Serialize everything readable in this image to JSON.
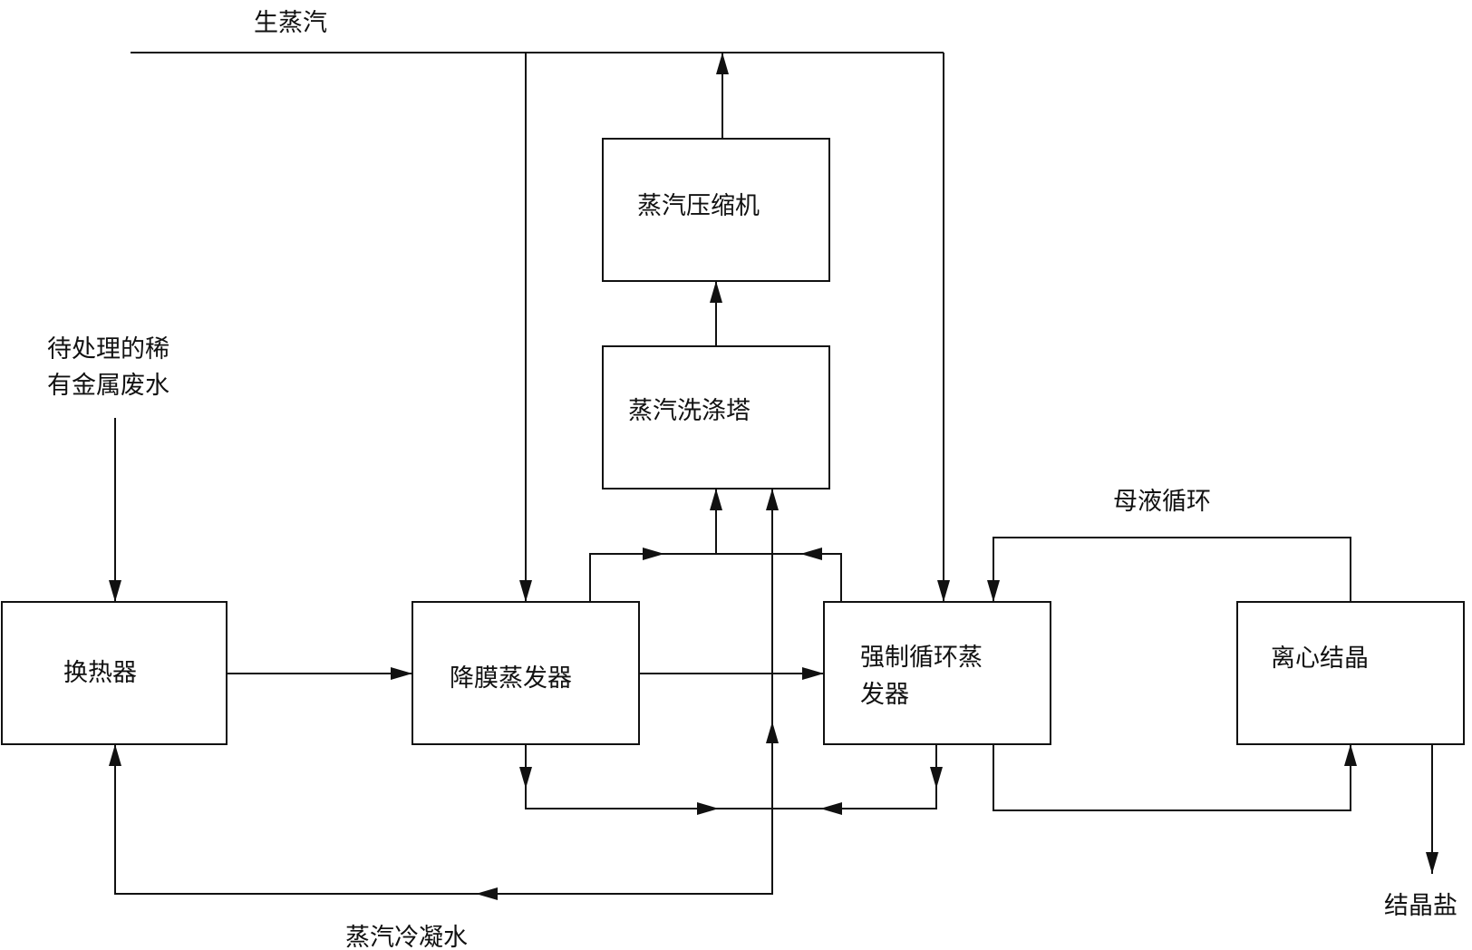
{
  "diagram": {
    "labels": {
      "live_steam": "生蒸汽",
      "wastewater_line1": "待处理的稀",
      "wastewater_line2": "有金属废水",
      "heat_exchanger": "换热器",
      "falling_film_evaporator": "降膜蒸发器",
      "steam_washing_tower": "蒸汽洗涤塔",
      "steam_compressor": "蒸汽压缩机",
      "forced_circulation_line1": "强制循环蒸",
      "forced_circulation_line2": "发器",
      "centrifugal_crystallization": "离心结晶",
      "mother_liquor_circulation": "母液循环",
      "crystal_salt": "结晶盐",
      "steam_condensate": "蒸汽冷凝水"
    },
    "colors": {
      "stroke": "#111111",
      "background": "#ffffff"
    }
  }
}
